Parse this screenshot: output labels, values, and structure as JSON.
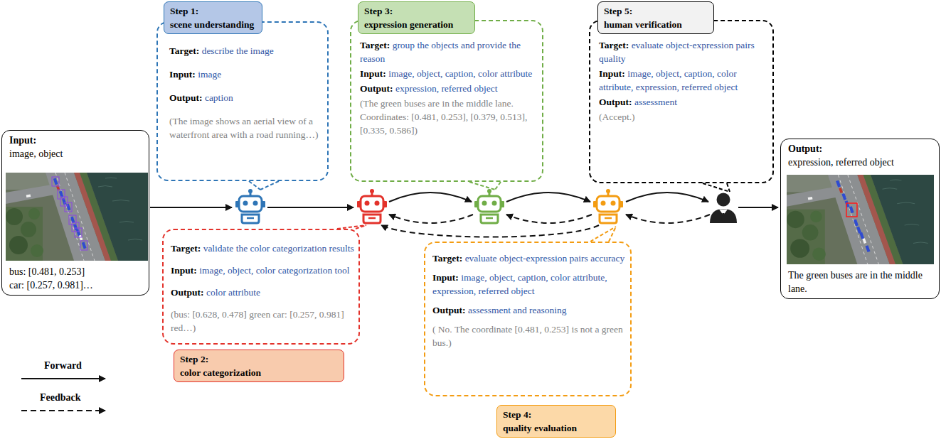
{
  "diagram": {
    "nodes": [
      {
        "text": [
          "Step 1:",
          "scene understanding"
        ]
      },
      {
        "text": [
          "Target:",
          "describe the image",
          "Input:",
          "image",
          "Output:",
          "caption",
          "(The image shows an aerial view of a waterfront area with a road running…)"
        ]
      },
      {
        "text": [
          "Step 3:",
          "expression generation"
        ]
      },
      {
        "text": [
          "Target:",
          "group the objects and provide the reason",
          "Input:",
          "image, object, caption, color attribute",
          "Output:",
          "expression, referred object",
          "(The green buses are in the middle lane. Coordinates: [0.481, 0.253], [0.379, 0.513], [0.335, 0.586])"
        ]
      },
      {
        "text": [
          "Step 5:",
          "human verification"
        ]
      },
      {
        "text": [
          "Target:",
          "evaluate object-expression pairs quality",
          "Input:",
          "image, object, caption, color attribute, expression, referred object",
          "Output:",
          "assessment",
          "(Accept.)"
        ]
      },
      {
        "text": [
          "Input:",
          "image, object",
          "bus: [0.481, 0.253]",
          "car: [0.257, 0.981]…"
        ]
      },
      {
        "text": [
          "Output:",
          "expression, referred object",
          "The green buses are in the middle lane."
        ]
      },
      {
        "text": [
          "Target:",
          "validate the color categorization results",
          "Input:",
          "image, object, color categorization tool",
          "Output:",
          "color attribute",
          "(bus: [0.628, 0.478] green car: [0.257, 0.981] red…)"
        ]
      },
      {
        "text": [
          "Step 2:",
          "color categorization"
        ]
      },
      {
        "text": [
          "Target:",
          "evaluate object-expression pairs accuracy",
          "Input:",
          "image, object, caption, color attribute, expression, referred object",
          "Output:",
          "assessment and reasoning",
          "( No. The coordinate [0.481, 0.253] is not a green bus.)"
        ]
      },
      {
        "text": [
          "Step 4:",
          "quality evaluation"
        ]
      }
    ],
    "legend": [
      {
        "text": "Forward"
      },
      {
        "text": "Feedback"
      }
    ]
  }
}
